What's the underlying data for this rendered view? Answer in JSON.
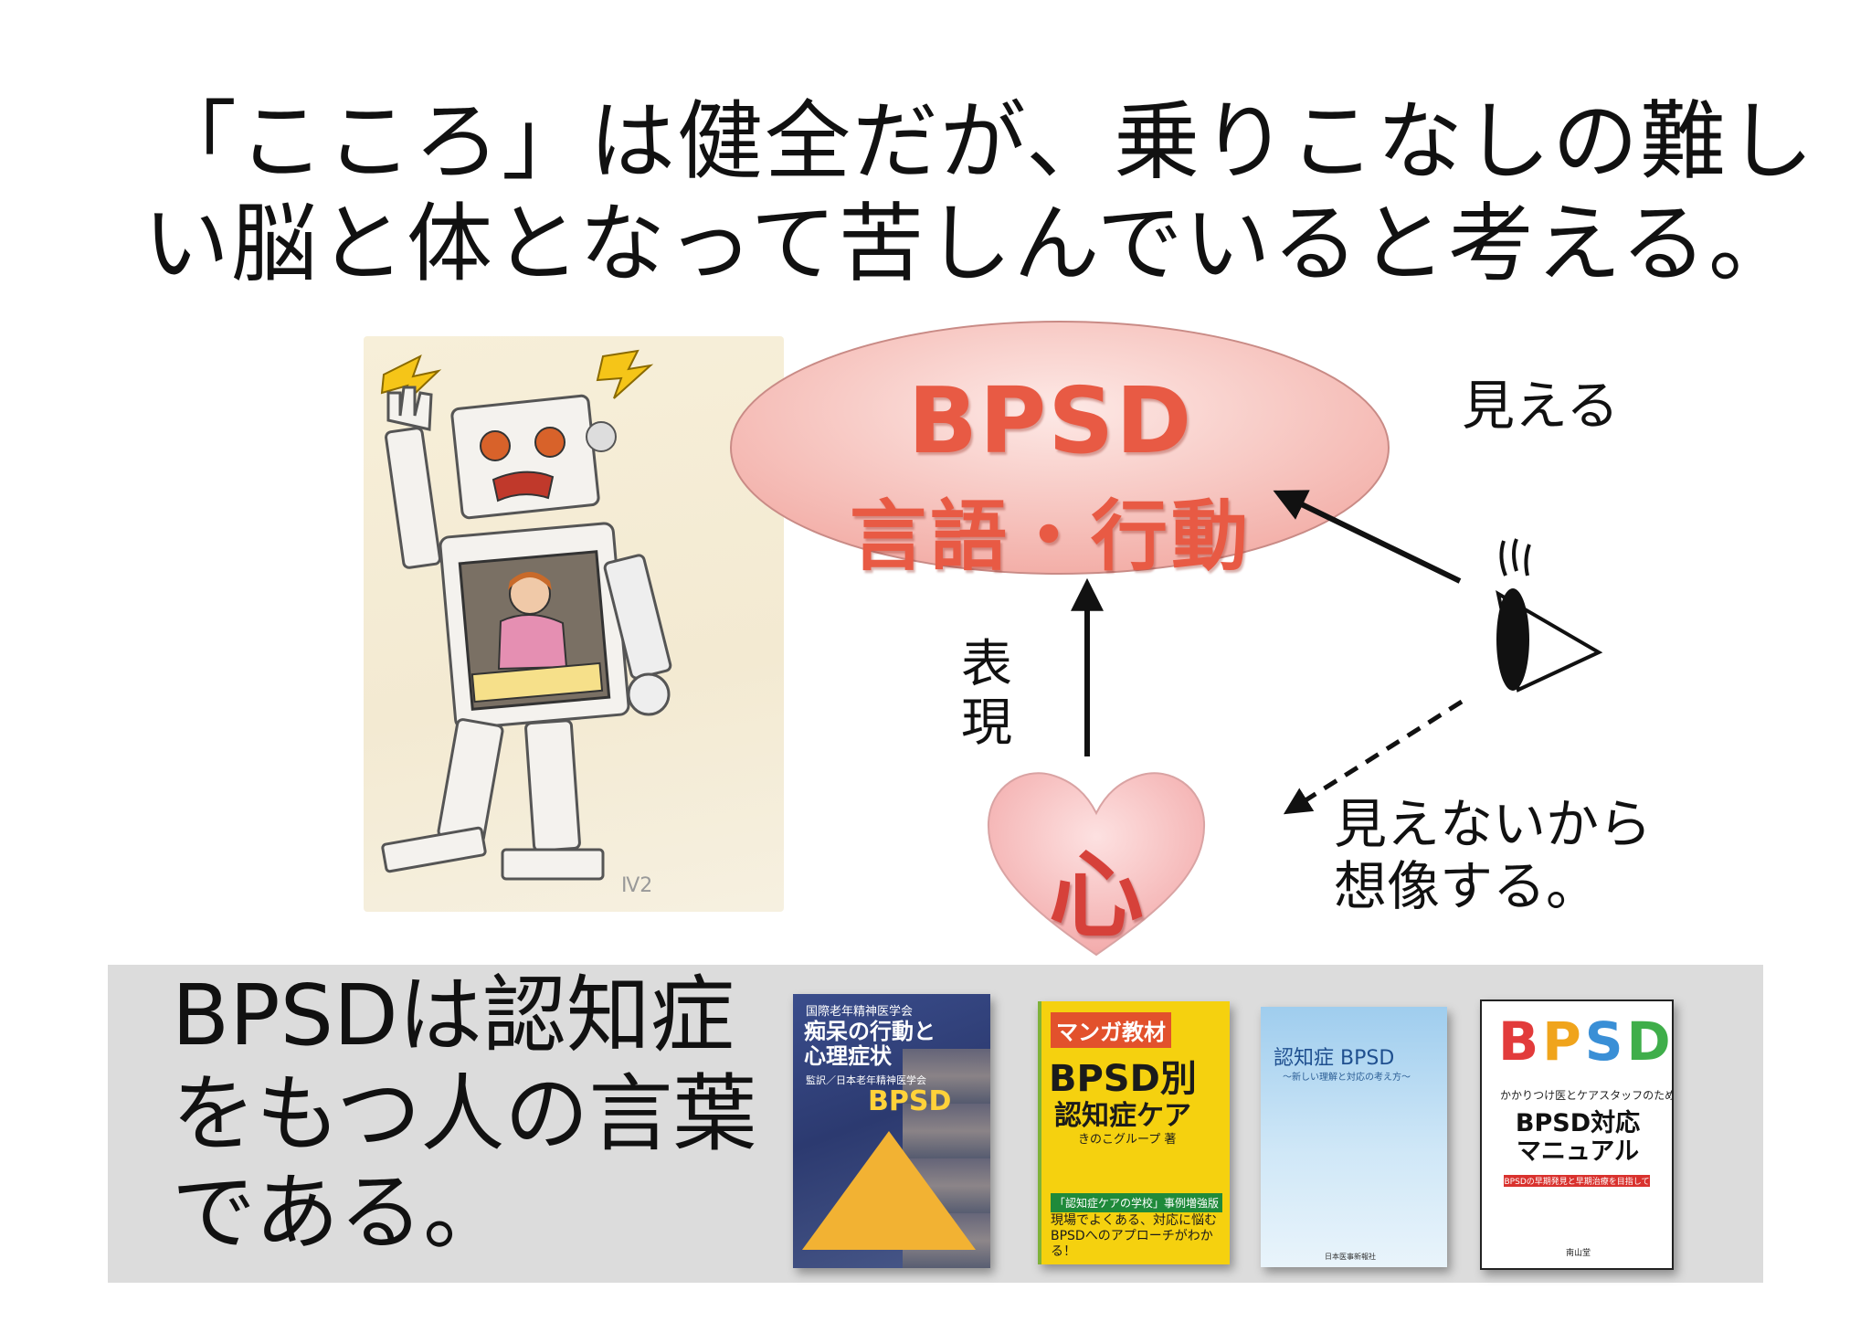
{
  "title": {
    "line1": "「こころ」は健全だが、乗りこなしの難し",
    "line2": "い脳と体となって苦しんでいると考える。"
  },
  "robot": {
    "signature": "Ⅳ2"
  },
  "diagram": {
    "bpsd_line1": "BPSD",
    "bpsd_line2": "言語・行動",
    "mieru": "見える",
    "hyogen": "表現",
    "mienai_line1": "見えないから",
    "mienai_line2": "想像する。",
    "kokoro": "心",
    "colors": {
      "ellipse": "#f6c7c2",
      "bpsd_text": "#e85a44",
      "heart": "#f4c0c0"
    }
  },
  "band": {
    "line1": "BPSDは認知症",
    "line2": "をもつ人の言葉",
    "line3": "である。"
  },
  "books": [
    {
      "pub": "国際老年精神医学会",
      "title_a": "痴呆の行動と",
      "title_b": "心理症状",
      "sub": "監訳／日本老年精神医学会",
      "mark": "BPSD"
    },
    {
      "badge": "マンガ教材",
      "title_a": "BPSD別",
      "title_b": "認知症ケア",
      "author": "きのこグループ 著",
      "strip": "「認知症ケアの学校」事例増強版",
      "blurb": "現場でよくある、対応に悩むBPSDへのアプローチがわかる！"
    },
    {
      "title": "認知症 BPSD",
      "sub": "〜新しい理解と対応の考え方〜",
      "pub": "日本医事新報社"
    },
    {
      "l1": "B",
      "l2": "P",
      "l3": "S",
      "l4": "D",
      "lead": "かかりつけ医とケアスタッフのための",
      "title_a": "BPSD対応",
      "title_b": "マニュアル",
      "strip": "BPSDの早期発見と早期治療を目指して",
      "pub": "南山堂"
    }
  ]
}
